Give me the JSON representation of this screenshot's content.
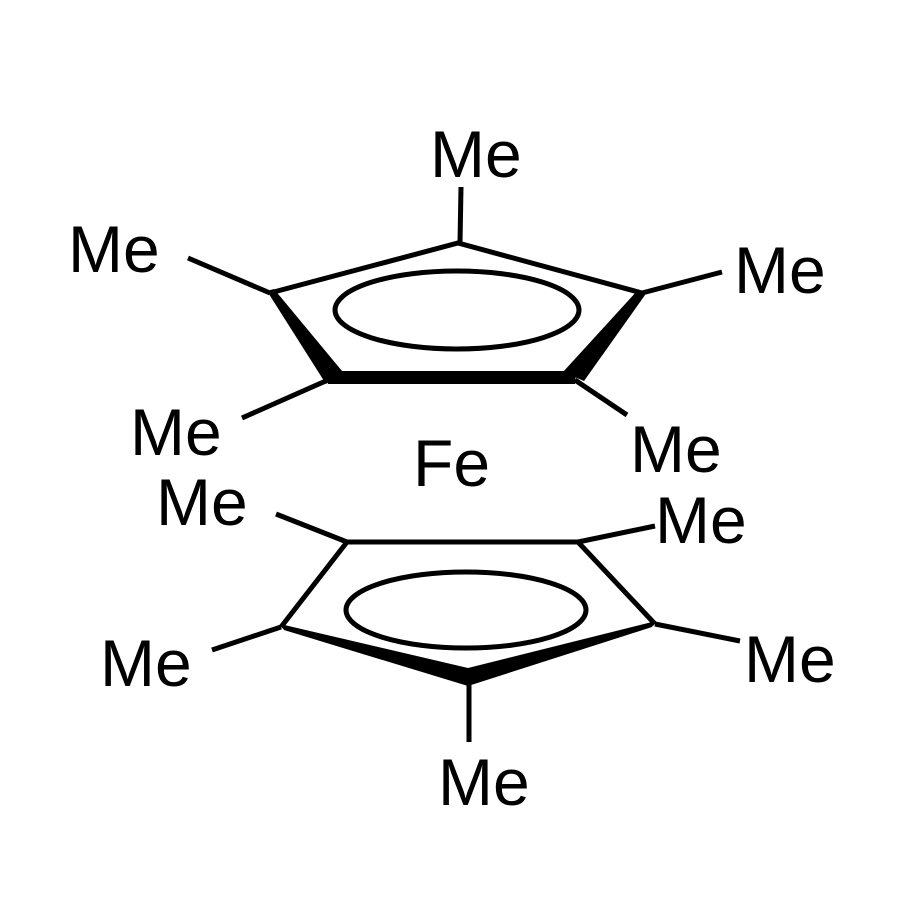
{
  "molecule": {
    "metal": "Fe",
    "top_ring": {
      "substituents": [
        "Me",
        "Me",
        "Me",
        "Me",
        "Me"
      ]
    },
    "bottom_ring": {
      "substituents": [
        "Me",
        "Me",
        "Me",
        "Me",
        "Me"
      ]
    }
  },
  "colors": {
    "ink": "#000000",
    "background": "#ffffff"
  }
}
